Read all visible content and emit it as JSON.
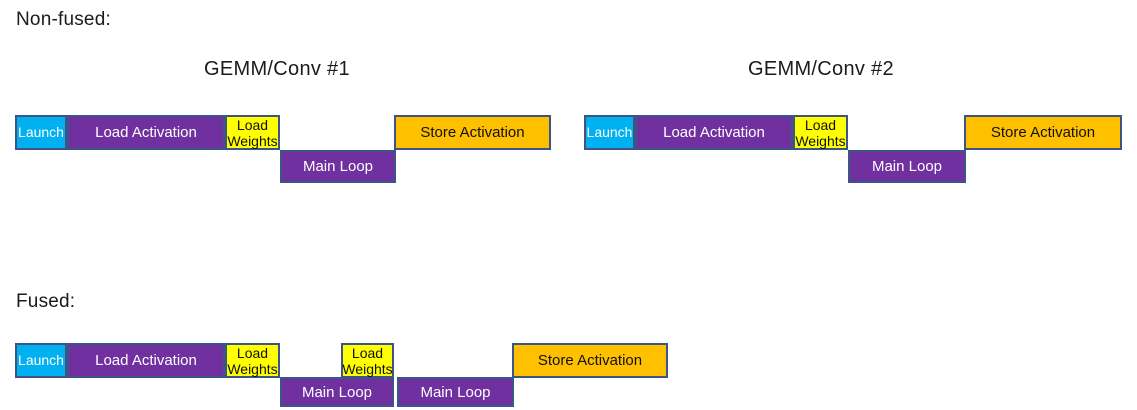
{
  "sections": {
    "non_fused": {
      "label": "Non-fused:",
      "group1": {
        "title": "GEMM/Conv #1",
        "launch": "Launch",
        "load_activation": "Load Activation",
        "load_weights": "Load Weights",
        "main_loop": "Main Loop",
        "store_activation": "Store Activation"
      },
      "group2": {
        "title": "GEMM/Conv #2",
        "launch": "Launch",
        "load_activation": "Load Activation",
        "load_weights": "Load Weights",
        "main_loop": "Main Loop",
        "store_activation": "Store Activation"
      }
    },
    "fused": {
      "label": "Fused:",
      "launch": "Launch",
      "load_activation": "Load Activation",
      "load_weights_1": "Load Weights",
      "main_loop_1": "Main Loop",
      "load_weights_2": "Load Weights",
      "main_loop_2": "Main Loop",
      "store_activation": "Store Activation"
    }
  },
  "colors": {
    "launch_blue": "#00B0F0",
    "load_purple": "#7030A0",
    "weights_yellow": "#FFFF00",
    "store_orange": "#FFC000",
    "block_outline": "#3D5486",
    "text_dark": "#1B1B1B",
    "text_light": "#FFFFFF"
  }
}
